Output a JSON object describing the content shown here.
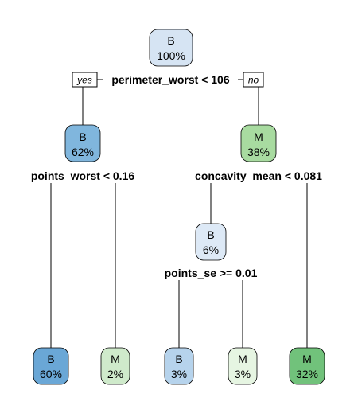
{
  "tree": {
    "colors": {
      "B_100": "#d6e4f3",
      "B_62": "#80b6dd",
      "M_38": "#a8dba0",
      "B_6": "#dde9f6",
      "B_60": "#6aa7d6",
      "M_2": "#cfeacb",
      "B_3": "#b6d3ec",
      "M_3": "#e6f5e2",
      "M_32": "#71c27b",
      "edge": "#000000"
    },
    "nodes": [
      {
        "id": "root",
        "class": "B",
        "pct": "100%",
        "color": "B_100"
      },
      {
        "id": "n2",
        "class": "B",
        "pct": "62%",
        "color": "B_62"
      },
      {
        "id": "n3",
        "class": "M",
        "pct": "38%",
        "color": "M_38"
      },
      {
        "id": "n7",
        "class": "B",
        "pct": "6%",
        "color": "B_6"
      },
      {
        "id": "l1",
        "class": "B",
        "pct": "60%",
        "color": "B_60"
      },
      {
        "id": "l2",
        "class": "M",
        "pct": "2%",
        "color": "M_2"
      },
      {
        "id": "l3",
        "class": "B",
        "pct": "3%",
        "color": "B_3"
      },
      {
        "id": "l4",
        "class": "M",
        "pct": "3%",
        "color": "M_3"
      },
      {
        "id": "l5",
        "class": "M",
        "pct": "32%",
        "color": "M_32"
      }
    ],
    "splits": {
      "root": "perimeter_worst < 106",
      "n2": "points_worst < 0.16",
      "n3": "concavity_mean < 0.081",
      "n7": "points_se >= 0.01"
    },
    "branch_tags": {
      "yes": "yes",
      "no": "no"
    }
  }
}
